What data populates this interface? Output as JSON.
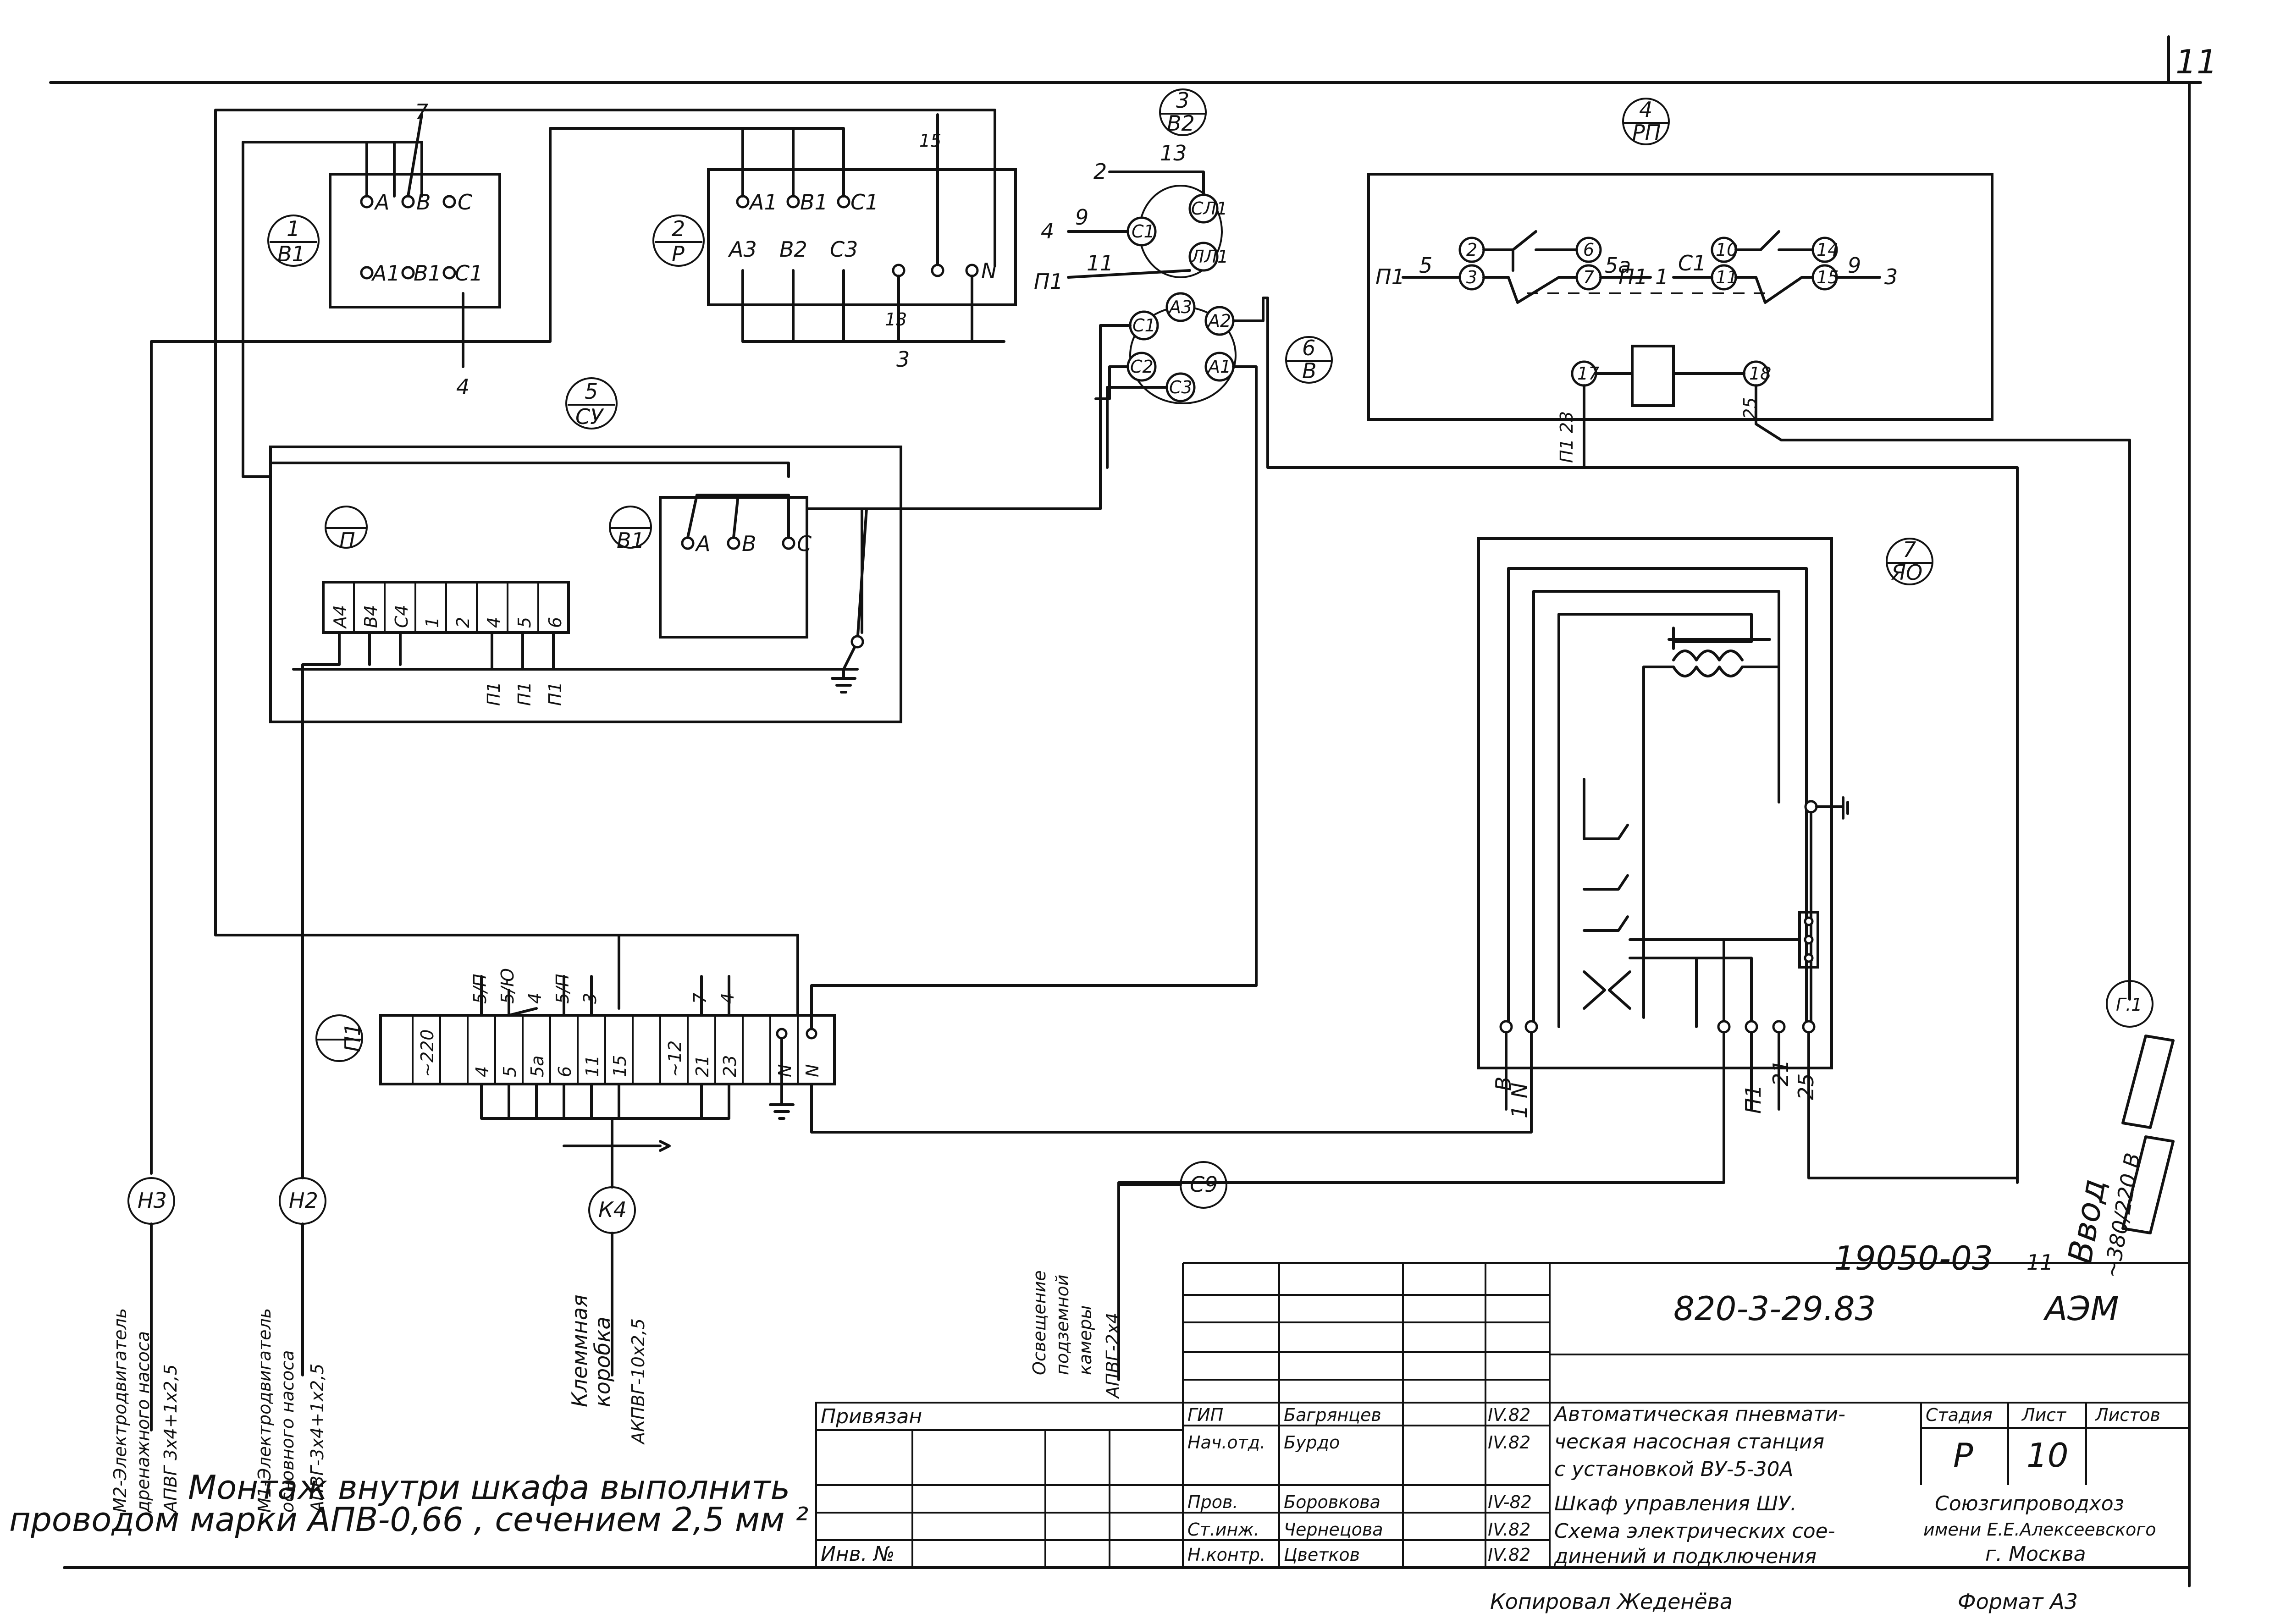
{
  "sheet": {
    "corner_number": "11",
    "bottom_left_note": [
      "Монтаж внутри шкафа выполнить",
      "проводом марки АПВ-0,66 , сечением 2,5 мм ²"
    ],
    "copied_by": "Копировал Жеденёва",
    "format": "Формат А3"
  },
  "devices": {
    "b1": {
      "num": "1",
      "code": "В1"
    },
    "p": {
      "num": "2",
      "code": "Р"
    },
    "b2": {
      "num": "3",
      "code": "В2"
    },
    "rp": {
      "num": "4",
      "code": "РП"
    },
    "su": {
      "num": "5",
      "code": "СУ"
    },
    "b": {
      "num": "6",
      "code": "В"
    },
    "yao": {
      "num": "7",
      "code": "ЯО"
    },
    "pp": {
      "code": "П"
    },
    "b1_inner": {
      "code": "В1"
    },
    "p1": {
      "code": "П1"
    },
    "g1": {
      "code": "Г.1"
    }
  },
  "terminals": {
    "b1_top": [
      "A",
      "B",
      "C"
    ],
    "b1_bottom": [
      "A1",
      "B1",
      "C1"
    ],
    "p_top": [
      "A1",
      "B1",
      "C1"
    ],
    "p_bottom": [
      "A3",
      "B2",
      "C3"
    ],
    "p_n": "N",
    "su_block": [
      "A4",
      "B4",
      "C4",
      "1",
      "2",
      "4",
      "5",
      "6"
    ],
    "su_b1": [
      "A",
      "B",
      "C"
    ],
    "p1_strip": [
      "~220",
      "4",
      "5",
      "5a",
      "6",
      "11",
      "15",
      "~12",
      "21",
      "23",
      "N",
      "N"
    ],
    "p1_top_marks": [
      "5/П",
      "5/Ю",
      "4",
      "5/П",
      "3",
      "7",
      "4"
    ],
    "b_circles": [
      "C1",
      "A3",
      "A2",
      "C2",
      "C3",
      "A1"
    ],
    "b2_circles": [
      "C1",
      "СЛ1",
      "ЛЛ1"
    ],
    "rp_circles": [
      "2",
      "3",
      "6",
      "7",
      "10",
      "11",
      "14",
      "15",
      "17",
      "18"
    ]
  },
  "wire_marks": {
    "m7": "7",
    "m15": "15",
    "m4": "4",
    "m13a": "13",
    "m3": "3",
    "b2_2": "2",
    "b2_13": "13",
    "b2_4": "4",
    "b2_9": "9",
    "b2_p1": "П1",
    "b2_11": "11",
    "rp_p1": "П1",
    "rp_5": "5",
    "rp_5a": "5а",
    "rp_p1b": "П1",
    "rp_1": "1",
    "rp_c1": "С1",
    "rp_9": "9",
    "rp_3": "3",
    "rp_p1_23": "П1 23",
    "rp_25": "25",
    "su_p1": [
      "П1",
      "П1",
      "П1"
    ],
    "yao_b": "В",
    "yao_1n": "1 N",
    "yao_p1": "П1",
    "yao_21": "21",
    "yao_25": "25",
    "vvod": "Ввод",
    "vvod_v": "~380/220 В"
  },
  "consumers": {
    "h3": {
      "code": "Н3",
      "desc": [
        "М2-Электродвигатель",
        "дренажного насоса",
        "АПВГ 3х4+1х2,5"
      ]
    },
    "h2": {
      "code": "Н2",
      "desc": [
        "М1-Электродвигатель",
        "основного насоса",
        "АПВГ-3х4+1х2,5"
      ]
    },
    "k4": {
      "code": "К4",
      "desc": [
        "Клеммная",
        "коробка",
        "АКПВГ-10х2,5"
      ]
    },
    "c9": {
      "code": "С9",
      "desc": [
        "Освещение",
        "подземной",
        "камеры",
        "АПВГ-2х4"
      ]
    }
  },
  "title_block": {
    "archive_no": "19050-03",
    "archive_sheet": "11",
    "doc_code": "820-3-29.83",
    "set_code": "АЭМ",
    "privyazan": "Привязан",
    "inv_no": "Инв. №",
    "roles": [
      {
        "role": "ГИП",
        "name": "Багрянцев",
        "date": "IV.82"
      },
      {
        "role": "Нач.отд.",
        "name": "Бурдо",
        "date": "IV.82"
      },
      {
        "role": "Пров.",
        "name": "Боровкова",
        "date": "IV-82"
      },
      {
        "role": "Ст.инж.",
        "name": "Чернецова",
        "date": "IV.82"
      },
      {
        "role": "Н.контр.",
        "name": "Цветков",
        "date": "IV.82"
      }
    ],
    "title_1": [
      "Автоматическая пневмати-",
      "ческая насосная станция",
      "с установкой ВУ-5-30А"
    ],
    "title_2": [
      "Шкаф управления ШУ.",
      "Схема электрических сое-",
      "динений и подключения"
    ],
    "stadia_h": "Стадия",
    "list_h": "Лист",
    "listov_h": "Листов",
    "stadia": "Р",
    "list": "10",
    "listov": "",
    "org": [
      "Союзгипроводхоз",
      "имени Е.Е.Алексеевского",
      "г. Москва"
    ]
  }
}
